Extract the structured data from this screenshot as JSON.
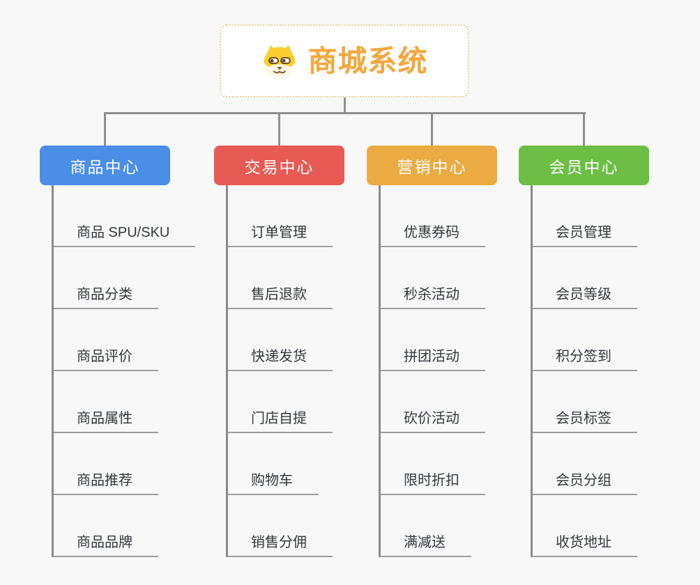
{
  "canvas": {
    "background": "#F8F8F8",
    "connector_color": "#8E8E8E",
    "spine_color": "#8A8A8A",
    "underline_color": "#9E9E9E"
  },
  "root": {
    "title": "商城系统",
    "title_color": "#F3A73C",
    "border_color": "#F3CE8C",
    "icon": "dog-face-icon"
  },
  "branches": [
    {
      "id": "product-center",
      "label": "商品中心",
      "color": "#4A8EE8",
      "children": [
        "商品 SPU/SKU",
        "商品分类",
        "商品评价",
        "商品属性",
        "商品推荐",
        "商品品牌"
      ]
    },
    {
      "id": "trade-center",
      "label": "交易中心",
      "color": "#E85A54",
      "children": [
        "订单管理",
        "售后退款",
        "快递发货",
        "门店自提",
        "购物车",
        "销售分佣"
      ]
    },
    {
      "id": "marketing-center",
      "label": "营销中心",
      "color": "#EBAB42",
      "children": [
        "优惠券码",
        "秒杀活动",
        "拼团活动",
        "砍价活动",
        "限时折扣",
        "满减送"
      ]
    },
    {
      "id": "member-center",
      "label": "会员中心",
      "color": "#6CBE44",
      "children": [
        "会员管理",
        "会员等级",
        "积分签到",
        "会员标签",
        "会员分组",
        "收货地址"
      ]
    }
  ]
}
